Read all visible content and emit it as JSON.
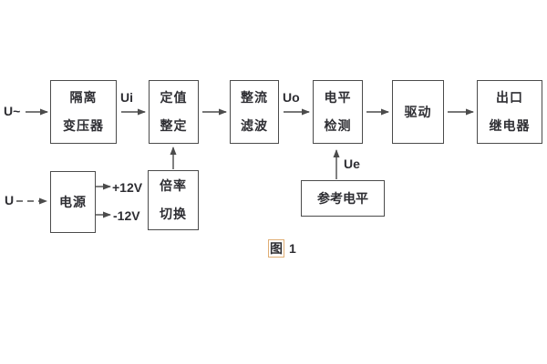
{
  "diagram": {
    "caption": {
      "boxed_char": "图",
      "number": "1"
    },
    "inputs": {
      "ac_label": "U~",
      "dc_label": "U"
    },
    "signals": {
      "ui": "Ui",
      "uo": "Uo",
      "ue": "Ue"
    },
    "power_outputs": {
      "positive": "+12V",
      "negative": "-12V"
    },
    "blocks": {
      "isolation_transformer": {
        "line1": "隔离",
        "line2": "变压器"
      },
      "setting_adjust": {
        "line1": "定值",
        "line2": "整定"
      },
      "rectify_filter": {
        "line1": "整流",
        "line2": "滤波"
      },
      "level_detect": {
        "line1": "电平",
        "line2": "检测"
      },
      "drive": {
        "line1": "驱动"
      },
      "output_relay": {
        "line1": "出口",
        "line2": "继电器"
      },
      "power_supply": {
        "line1": "电源"
      },
      "ratio_switch": {
        "line1": "倍率",
        "line2": "切换"
      },
      "reference_level": {
        "line1": "参考电平"
      }
    },
    "colors": {
      "line": "#4b4b4b",
      "text": "#2e2e33",
      "caption_highlight": "#dba05c",
      "background": "#ffffff"
    }
  }
}
